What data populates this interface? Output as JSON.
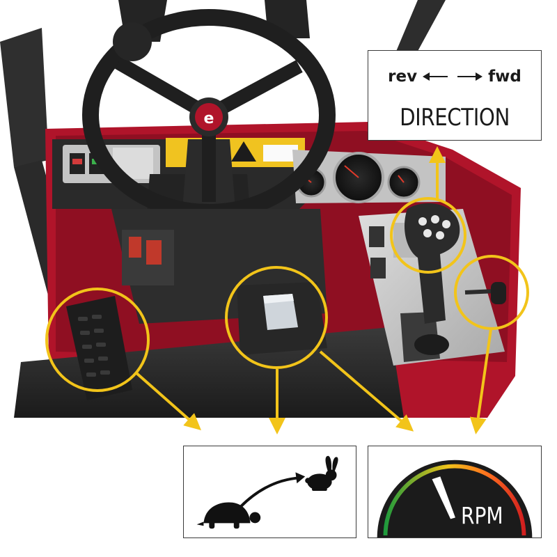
{
  "direction_label": {
    "rev": "rev",
    "fwd": "fwd",
    "title": "DIRECTION"
  },
  "rpm_label": {
    "text": "RPM"
  },
  "speed_label": {
    "slow_icon": "turtle-icon",
    "fast_icon": "rabbit-icon"
  },
  "colors": {
    "callout": "#f2c41a",
    "machine_red": "#b0142a",
    "panel_dark": "#262626",
    "panel_silver": "#c9c9c9",
    "gauge_green": "#1f9a3c",
    "gauge_red": "#d11f1f"
  }
}
